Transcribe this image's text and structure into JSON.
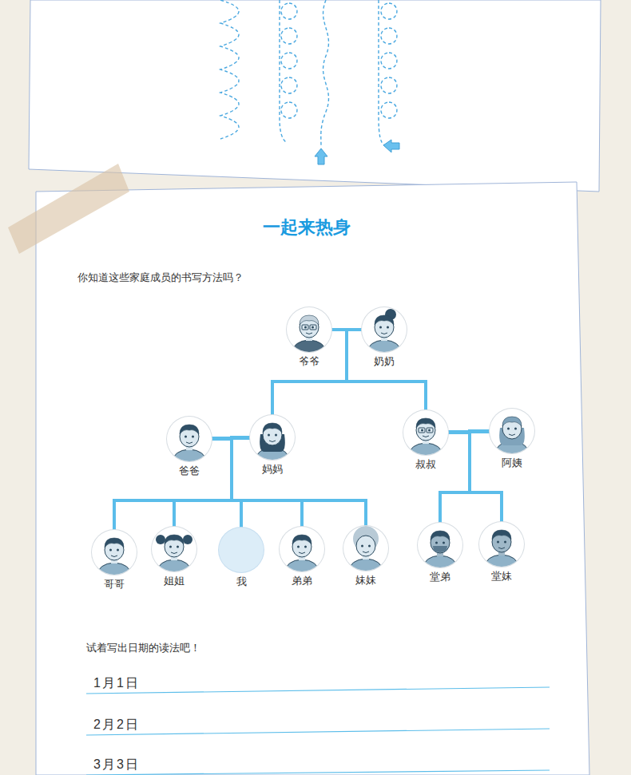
{
  "diagram": {
    "title": "一起来热身",
    "nodes": [
      {
        "text": [
          "爷爷"
        ]
      },
      {
        "text": [
          "奶奶"
        ]
      },
      {
        "text": [
          "爸爸"
        ]
      },
      {
        "text": [
          "妈妈"
        ]
      },
      {
        "text": [
          "叔叔"
        ]
      },
      {
        "text": [
          "阿姨"
        ]
      },
      {
        "text": [
          "哥哥"
        ]
      },
      {
        "text": [
          "姐姐"
        ]
      },
      {
        "text": [
          "我"
        ]
      },
      {
        "text": [
          "弟弟"
        ]
      },
      {
        "text": [
          "妹妹"
        ]
      },
      {
        "text": [
          "堂弟"
        ]
      },
      {
        "text": [
          "堂妹"
        ]
      }
    ],
    "edges": [
      {
        "from": 0,
        "to": 1,
        "arrow": "none"
      },
      {
        "from": 0,
        "to": 3,
        "arrow": "none"
      },
      {
        "from": 1,
        "to": 3,
        "arrow": "none"
      },
      {
        "from": 0,
        "to": 4,
        "arrow": "none"
      },
      {
        "from": 1,
        "to": 4,
        "arrow": "none"
      },
      {
        "from": 2,
        "to": 3,
        "arrow": "none"
      },
      {
        "from": 2,
        "to": 6,
        "arrow": "none"
      },
      {
        "from": 2,
        "to": 7,
        "arrow": "none"
      },
      {
        "from": 2,
        "to": 8,
        "arrow": "none"
      },
      {
        "from": 2,
        "to": 9,
        "arrow": "none"
      },
      {
        "from": 2,
        "to": 10,
        "arrow": "none"
      },
      {
        "from": 3,
        "to": 6,
        "arrow": "none"
      },
      {
        "from": 3,
        "to": 7,
        "arrow": "none"
      },
      {
        "from": 3,
        "to": 8,
        "arrow": "none"
      },
      {
        "from": 3,
        "to": 9,
        "arrow": "none"
      },
      {
        "from": 3,
        "to": 10,
        "arrow": "none"
      },
      {
        "from": 4,
        "to": 5,
        "arrow": "none"
      },
      {
        "from": 4,
        "to": 11,
        "arrow": "none"
      },
      {
        "from": 4,
        "to": 12,
        "arrow": "none"
      },
      {
        "from": 5,
        "to": 11,
        "arrow": "none"
      },
      {
        "from": 5,
        "to": 12,
        "arrow": "none"
      }
    ],
    "labels": [
      "你知道这些家庭成员的书写方法吗？",
      "试着写出日期的读法吧！",
      "1月1日",
      "2月2日",
      "3月3日"
    ]
  }
}
